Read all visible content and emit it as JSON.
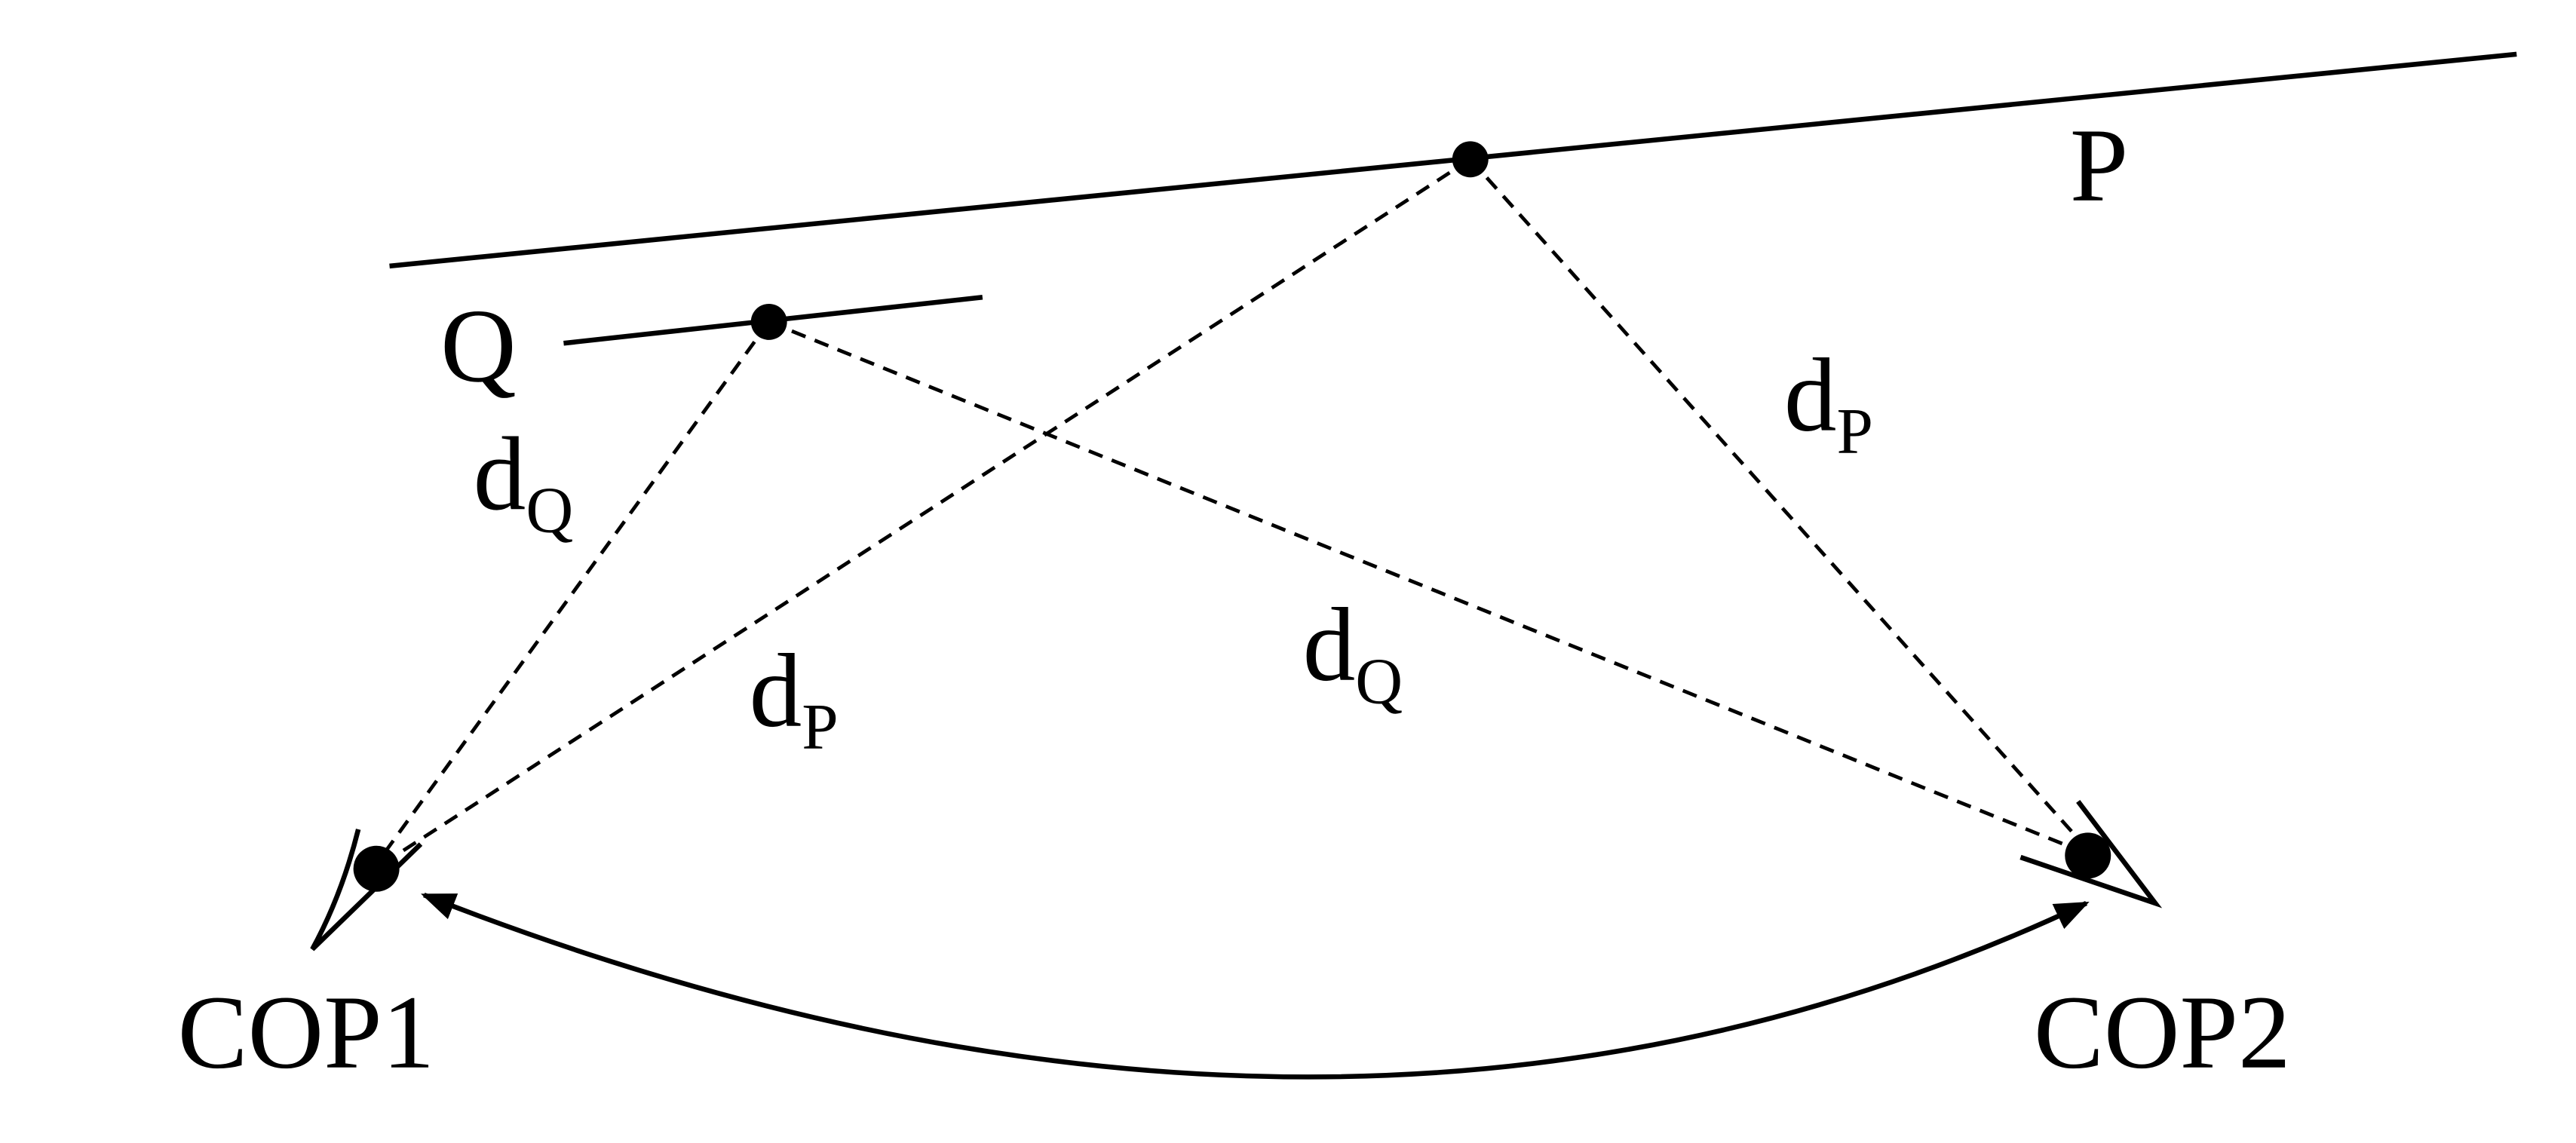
{
  "labels": {
    "plane_p": "P",
    "plane_q": "Q",
    "cop1": "COP1",
    "cop2": "COP2",
    "d_letter": "d",
    "sub_p": "P",
    "sub_q": "Q"
  },
  "colors": {
    "ink": "#000000",
    "background": "#ffffff"
  }
}
